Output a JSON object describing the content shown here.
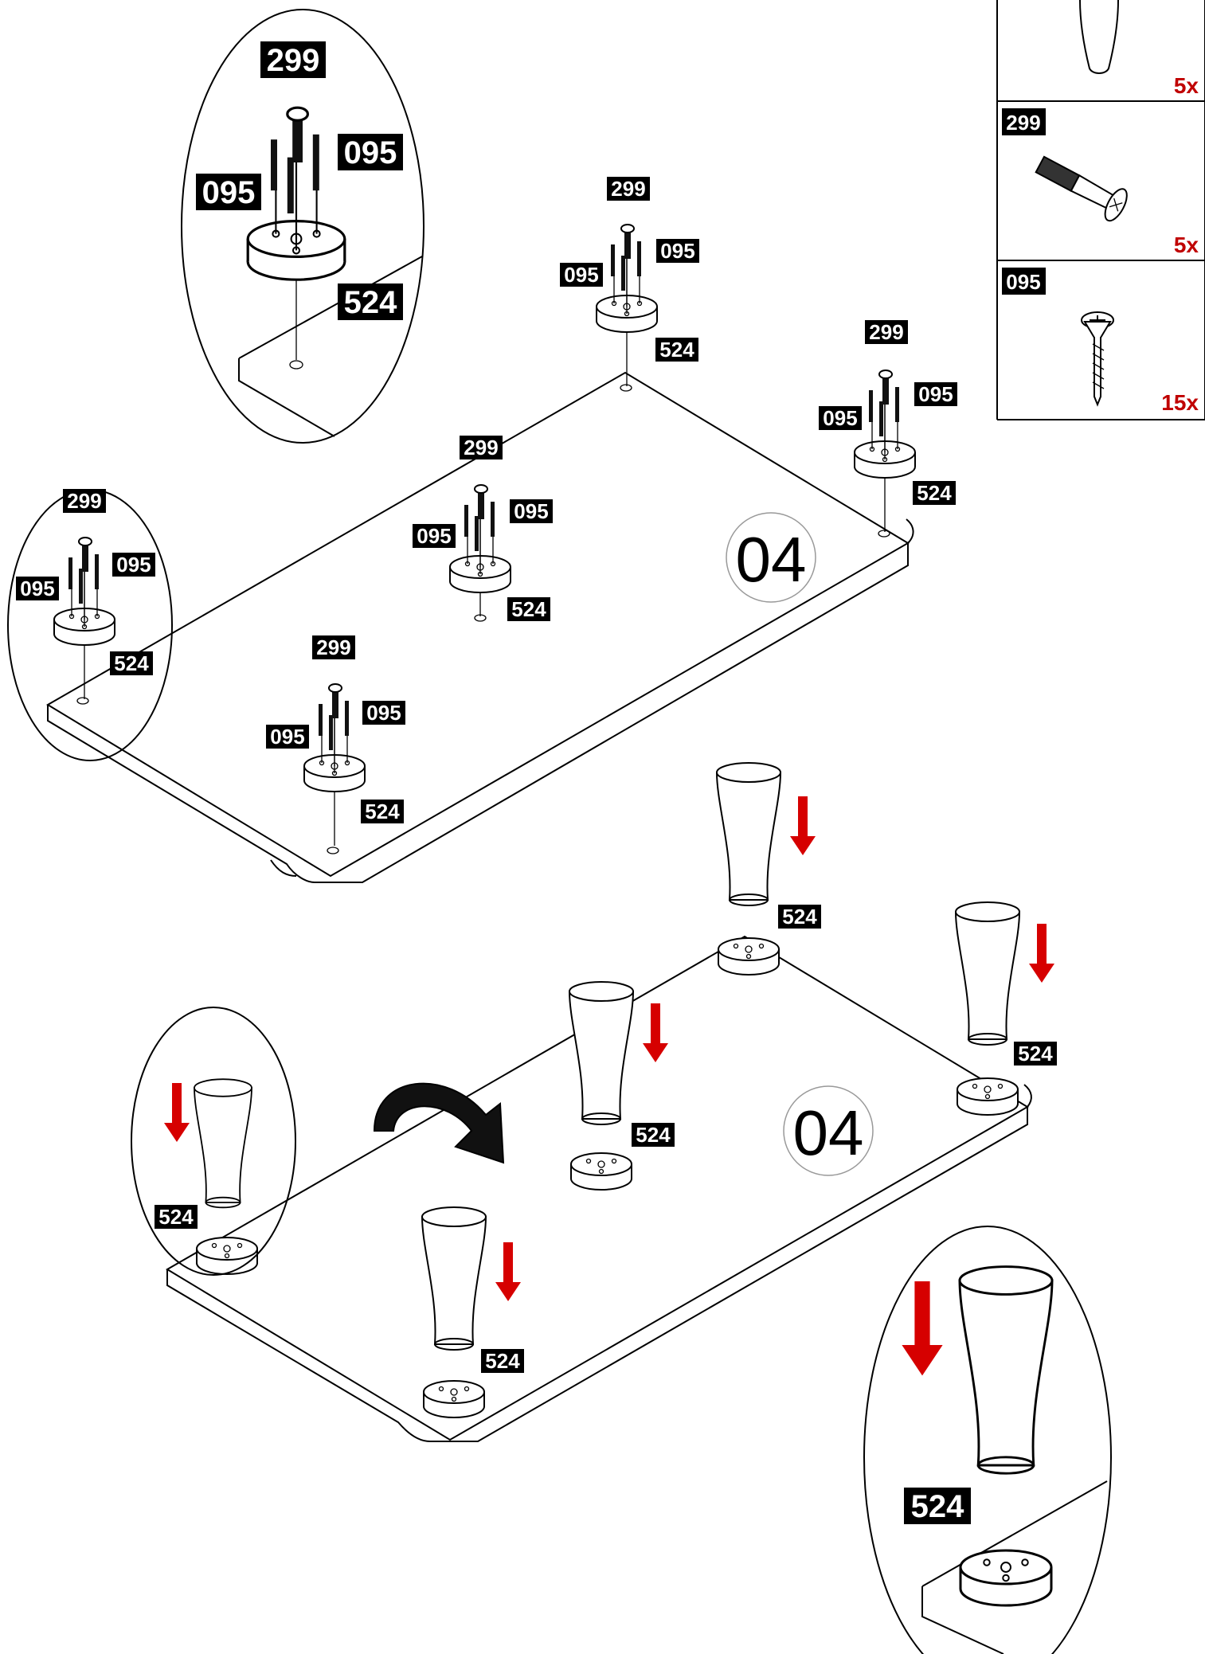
{
  "parts_list": [
    {
      "code": "",
      "qty": "5x"
    },
    {
      "code": "299",
      "qty": "5x"
    },
    {
      "code": "095",
      "qty": "15x"
    }
  ],
  "step_numbers": {
    "top": "04",
    "bottom": "04"
  },
  "labels": {
    "leg": "524",
    "bolt": "299",
    "screw": "095"
  }
}
